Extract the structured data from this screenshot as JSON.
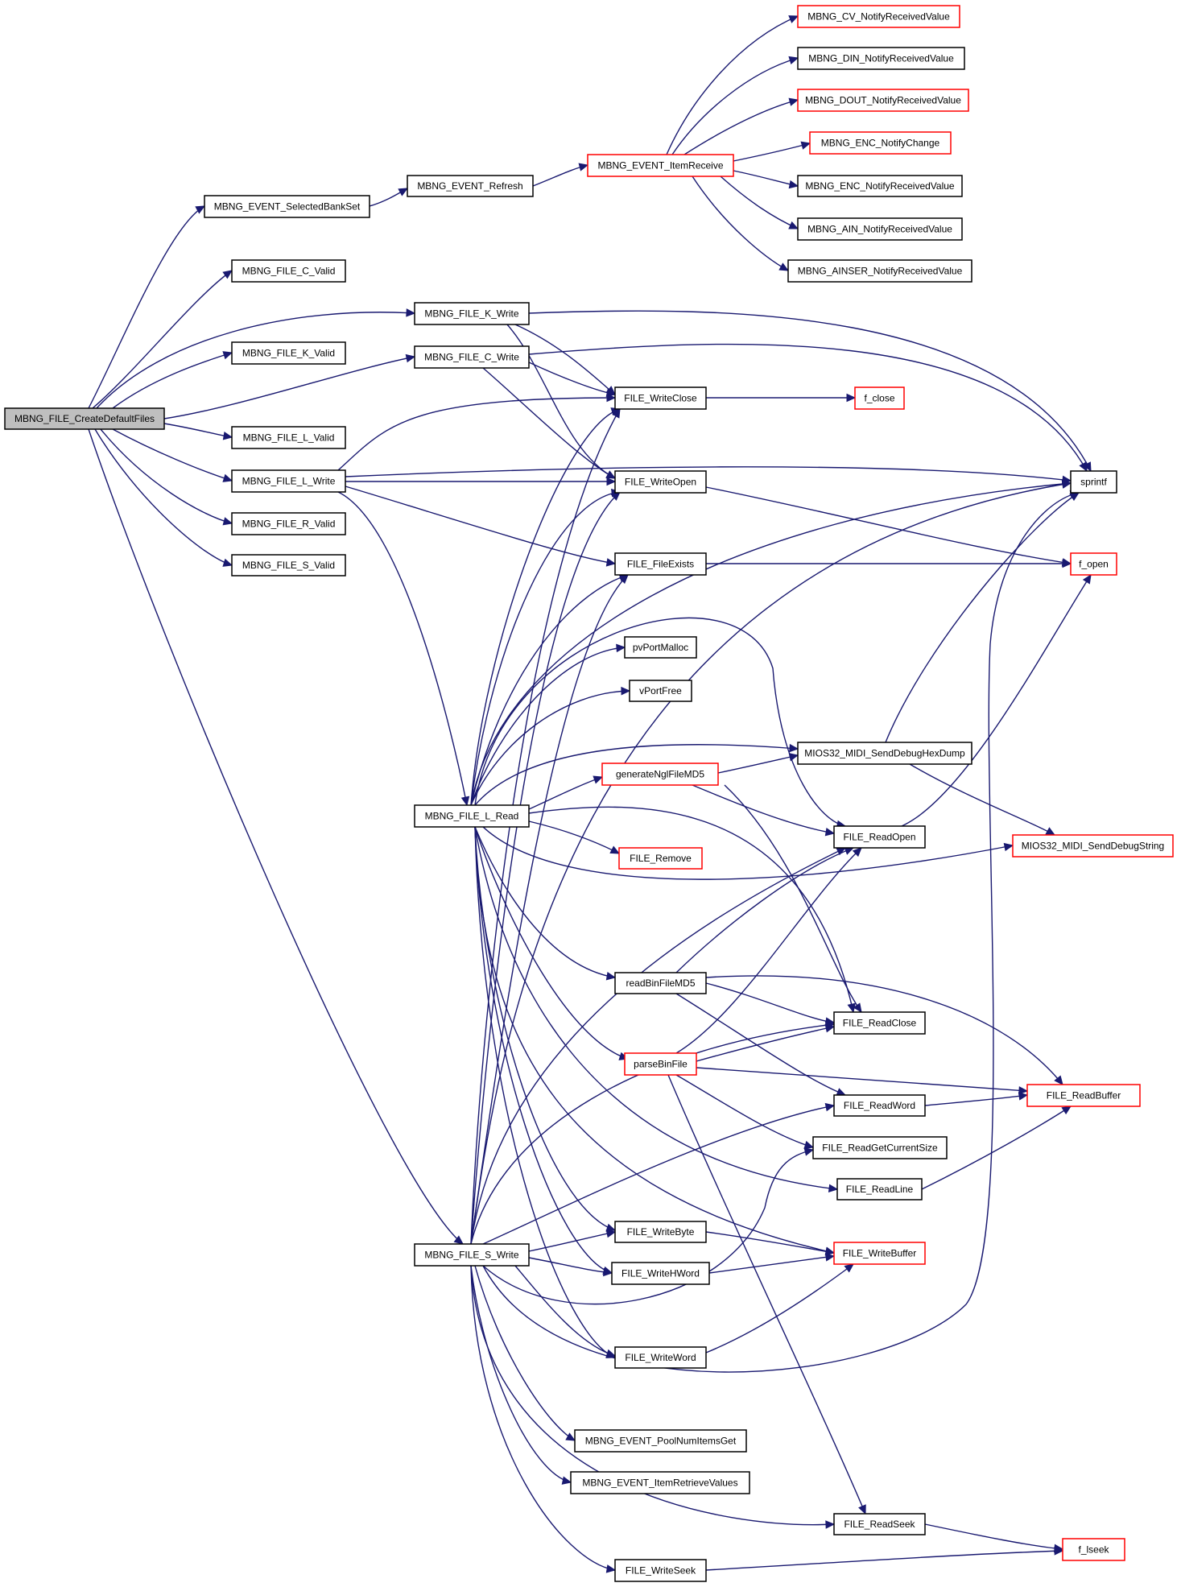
{
  "diagram": {
    "nodes": [
      {
        "id": "root",
        "label": "MBNG_FILE_CreateDefaultFiles",
        "style": "root"
      },
      {
        "id": "selBank",
        "label": "MBNG_EVENT_SelectedBankSet",
        "style": "normal"
      },
      {
        "id": "refresh",
        "label": "MBNG_EVENT_Refresh",
        "style": "normal"
      },
      {
        "id": "itemRecv",
        "label": "MBNG_EVENT_ItemReceive",
        "style": "red"
      },
      {
        "id": "cvNotify",
        "label": "MBNG_CV_NotifyReceivedValue",
        "style": "red"
      },
      {
        "id": "dinNotify",
        "label": "MBNG_DIN_NotifyReceivedValue",
        "style": "normal"
      },
      {
        "id": "doutNotify",
        "label": "MBNG_DOUT_NotifyReceivedValue",
        "style": "red"
      },
      {
        "id": "encChange",
        "label": "MBNG_ENC_NotifyChange",
        "style": "red"
      },
      {
        "id": "encNotify",
        "label": "MBNG_ENC_NotifyReceivedValue",
        "style": "normal"
      },
      {
        "id": "ainNotify",
        "label": "MBNG_AIN_NotifyReceivedValue",
        "style": "normal"
      },
      {
        "id": "ainserNotify",
        "label": "MBNG_AINSER_NotifyReceivedValue",
        "style": "normal"
      },
      {
        "id": "cValid",
        "label": "MBNG_FILE_C_Valid",
        "style": "normal"
      },
      {
        "id": "kWrite",
        "label": "MBNG_FILE_K_Write",
        "style": "normal"
      },
      {
        "id": "kValid",
        "label": "MBNG_FILE_K_Valid",
        "style": "normal"
      },
      {
        "id": "cWrite",
        "label": "MBNG_FILE_C_Write",
        "style": "normal"
      },
      {
        "id": "lValid",
        "label": "MBNG_FILE_L_Valid",
        "style": "normal"
      },
      {
        "id": "lWrite",
        "label": "MBNG_FILE_L_Write",
        "style": "normal"
      },
      {
        "id": "rValid",
        "label": "MBNG_FILE_R_Valid",
        "style": "normal"
      },
      {
        "id": "sValid",
        "label": "MBNG_FILE_S_Valid",
        "style": "normal"
      },
      {
        "id": "lRead",
        "label": "MBNG_FILE_L_Read",
        "style": "normal"
      },
      {
        "id": "sWrite",
        "label": "MBNG_FILE_S_Write",
        "style": "normal"
      },
      {
        "id": "writeClose",
        "label": "FILE_WriteClose",
        "style": "normal"
      },
      {
        "id": "fclose",
        "label": "f_close",
        "style": "red"
      },
      {
        "id": "writeOpen",
        "label": "FILE_WriteOpen",
        "style": "normal"
      },
      {
        "id": "sprintf",
        "label": "sprintf",
        "style": "normal"
      },
      {
        "id": "fileExists",
        "label": "FILE_FileExists",
        "style": "normal"
      },
      {
        "id": "fopen",
        "label": "f_open",
        "style": "red"
      },
      {
        "id": "pvMalloc",
        "label": "pvPortMalloc",
        "style": "normal"
      },
      {
        "id": "vFree",
        "label": "vPortFree",
        "style": "normal"
      },
      {
        "id": "hexDump",
        "label": "MIOS32_MIDI_SendDebugHexDump",
        "style": "normal"
      },
      {
        "id": "genMD5",
        "label": "generateNglFileMD5",
        "style": "red"
      },
      {
        "id": "readOpen",
        "label": "FILE_ReadOpen",
        "style": "normal"
      },
      {
        "id": "debugStr",
        "label": "MIOS32_MIDI_SendDebugString",
        "style": "red"
      },
      {
        "id": "fileRemove",
        "label": "FILE_Remove",
        "style": "red"
      },
      {
        "id": "readBinMD5",
        "label": "readBinFileMD5",
        "style": "normal"
      },
      {
        "id": "readClose",
        "label": "FILE_ReadClose",
        "style": "normal"
      },
      {
        "id": "parseBin",
        "label": "parseBinFile",
        "style": "red"
      },
      {
        "id": "readBuffer",
        "label": "FILE_ReadBuffer",
        "style": "red"
      },
      {
        "id": "readWord",
        "label": "FILE_ReadWord",
        "style": "normal"
      },
      {
        "id": "readCurSize",
        "label": "FILE_ReadGetCurrentSize",
        "style": "normal"
      },
      {
        "id": "readLine",
        "label": "FILE_ReadLine",
        "style": "normal"
      },
      {
        "id": "writeByte",
        "label": "FILE_WriteByte",
        "style": "normal"
      },
      {
        "id": "writeBuffer",
        "label": "FILE_WriteBuffer",
        "style": "red"
      },
      {
        "id": "writeHWord",
        "label": "FILE_WriteHWord",
        "style": "normal"
      },
      {
        "id": "writeWord",
        "label": "FILE_WriteWord",
        "style": "normal"
      },
      {
        "id": "poolNum",
        "label": "MBNG_EVENT_PoolNumItemsGet",
        "style": "normal"
      },
      {
        "id": "itemRetrieve",
        "label": "MBNG_EVENT_ItemRetrieveValues",
        "style": "normal"
      },
      {
        "id": "readSeek",
        "label": "FILE_ReadSeek",
        "style": "normal"
      },
      {
        "id": "flseek",
        "label": "f_lseek",
        "style": "red"
      },
      {
        "id": "writeSeek",
        "label": "FILE_WriteSeek",
        "style": "normal"
      }
    ],
    "colors": {
      "edge": "#191970",
      "node_border": "#000000",
      "red_border": "#ff0000",
      "root_fill": "#bfbfbf",
      "node_fill": "#ffffff"
    }
  }
}
